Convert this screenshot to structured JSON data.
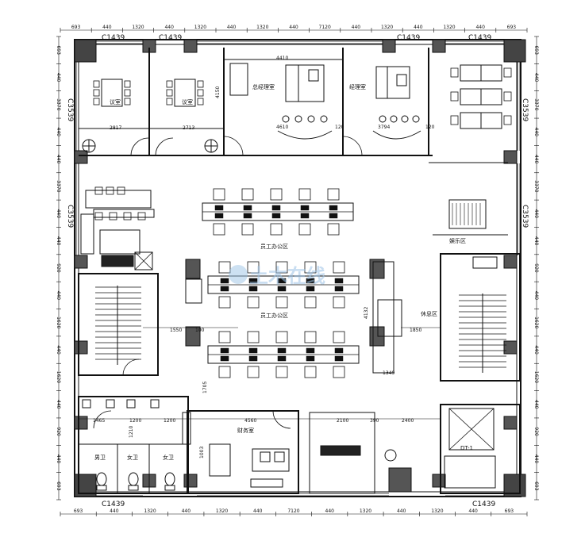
{
  "rooms": {
    "meeting1": "议室",
    "meeting2": "议室",
    "gm_office": "总经理室",
    "manager_office": "经理室",
    "staff_office_1": "员工办公区",
    "staff_office_2": "员工办公区",
    "entertainment": "娱乐区",
    "rest_area": "休息区",
    "finance": "财务室",
    "mens_wc": "男卫",
    "womens_wc_1": "女卫",
    "womens_wc_2": "女卫",
    "elevator_tag": "DT-1"
  },
  "windows": {
    "top_1": "C1439",
    "top_2": "C1439",
    "top_3": "C1439",
    "top_4": "C1439",
    "bottom_1": "C1439",
    "bottom_2": "C1439",
    "left_1": "C3539",
    "left_2": "C3539",
    "right_1": "C3539",
    "right_2": "C3539"
  },
  "dims_top": [
    "693",
    "440",
    "1320",
    "440",
    "1320",
    "440",
    "1320",
    "440",
    "7120",
    "440",
    "1320",
    "440",
    "1320",
    "440",
    "693"
  ],
  "dims_bottom": [
    "693",
    "440",
    "1320",
    "440",
    "1320",
    "440",
    "7120",
    "440",
    "1320",
    "440",
    "1320",
    "440",
    "693"
  ],
  "dims_left": [
    "693",
    "440",
    "3370",
    "440",
    "440",
    "3370",
    "440",
    "440",
    "920",
    "440",
    "1620",
    "440",
    "1620",
    "440",
    "920",
    "440",
    "693"
  ],
  "dims_right": [
    "693",
    "440",
    "3370",
    "440",
    "440",
    "3370",
    "440",
    "440",
    "920",
    "440",
    "1620",
    "440",
    "1620",
    "440",
    "920",
    "440",
    "693"
  ],
  "inner_dims": {
    "d4410": "4410",
    "d4150": "4150",
    "d2817": "2817",
    "d2713": "2713",
    "d4610": "4610",
    "d3794": "3794",
    "d120a": "120",
    "d120b": "120",
    "d1550": "1550",
    "d4132": "4132",
    "d1850": "1850",
    "d1349": "1349",
    "d1465": "1465",
    "d1200a": "1200",
    "d1200b": "1200",
    "d4560": "4560",
    "d2100": "2100",
    "d2400": "2400",
    "d1705": "1705",
    "d1003": "1003",
    "d1210": "1210",
    "d390": "390",
    "d100": "100"
  },
  "watermark": "土木在线"
}
